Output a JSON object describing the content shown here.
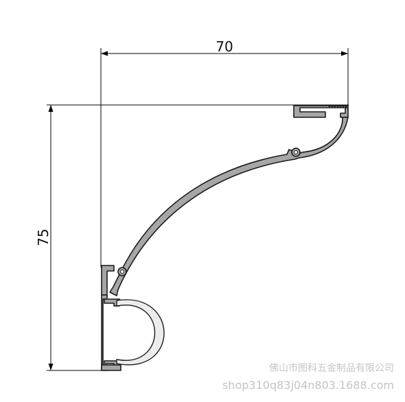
{
  "dimensions": {
    "width": "70",
    "height": "75"
  },
  "watermark": {
    "company": "佛山市图科五金制品有限公司",
    "url": "shop310q83j04n803.1688.com"
  },
  "colors": {
    "profile_fill": "#a6a6a6",
    "outline": "#1a1a1a",
    "diffuser_fill": "#ececec",
    "watermark": "#c4c4c4"
  }
}
